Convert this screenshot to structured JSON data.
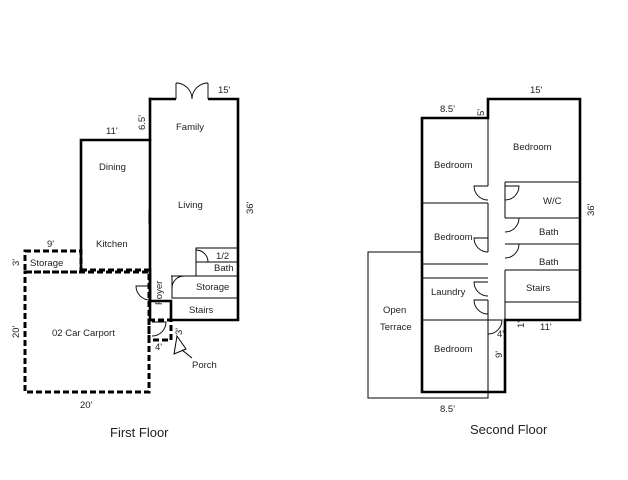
{
  "first_floor": {
    "caption": "First Floor",
    "rooms": {
      "family": "Family",
      "dining": "Dining",
      "living": "Living",
      "kitchen": "Kitchen",
      "storage_left": "Storage",
      "half_bath_1": "1/2",
      "half_bath_2": "Bath",
      "storage_right": "Storage",
      "stairs": "Stairs",
      "foyer": "Foyer",
      "carport": "02 Car Carport",
      "porch": "Porch"
    },
    "dimensions": {
      "top_15": "15'",
      "dim_65": "6.5'",
      "dim_11": "11'",
      "dim_36": "36'",
      "dim_9": "9'",
      "dim_3": "3'",
      "dim_20_side": "20'",
      "dim_20_bottom": "20'",
      "dim_3_porch": "3'",
      "dim_4": "4'"
    }
  },
  "second_floor": {
    "caption": "Second Floor",
    "rooms": {
      "bedroom_top_left": "Bedroom",
      "bedroom_top_right": "Bedroom",
      "bedroom_mid": "Bedroom",
      "wc": "W/C",
      "bath_1": "Bath",
      "bath_2": "Bath",
      "laundry": "Laundry",
      "stairs": "Stairs",
      "open_terrace_1": "Open",
      "open_terrace_2": "Terrace",
      "bedroom_bottom": "Bedroom"
    },
    "dimensions": {
      "top_85": "8.5'",
      "dim_5": "5'",
      "top_15": "15'",
      "dim_36": "36'",
      "dim_1": "1'",
      "dim_11": "11'",
      "dim_4": "4'",
      "dim_9": "9'",
      "bottom_85": "8.5'"
    }
  }
}
